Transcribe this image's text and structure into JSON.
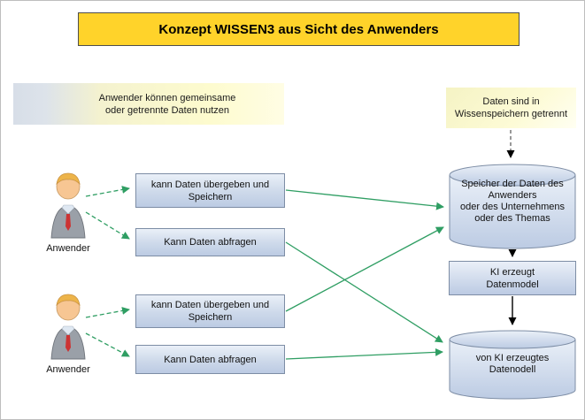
{
  "title": "Konzept WISSEN3 aus Sicht des Anwenders",
  "notes": {
    "left": "Anwender können gemeinsame\noder getrennte Daten nutzen",
    "right": "Daten sind in\nWissenspeichern getrennt"
  },
  "actors": [
    {
      "label": "Anwender",
      "icon": "user-icon"
    },
    {
      "label": "Anwender",
      "icon": "user-icon"
    }
  ],
  "actions": [
    {
      "label": "kann Daten übergeben und\nSpeichern"
    },
    {
      "label": "Kann Daten abfragen"
    },
    {
      "label": "kann Daten übergeben und\nSpeichern"
    },
    {
      "label": "Kann Daten abfragen"
    }
  ],
  "storage": {
    "user_store": "Speicher der Daten des\nAnwenders\noder des Unternehmens\noder des Themas",
    "ki_process": "KI erzeugt\nDatenmodel",
    "ki_store": "von KI erzeugtes\nDatenodell"
  },
  "colors": {
    "title_bg": "#ffd32a",
    "shape_fill_light": "#eaf0f8",
    "shape_fill_dark": "#bccbe3",
    "shape_border": "#7d8da5",
    "arrow_green": "#2f9e63",
    "arrow_black": "#000000",
    "note_yellow": "#fdfbce",
    "note_gray": "#dde3ea"
  }
}
